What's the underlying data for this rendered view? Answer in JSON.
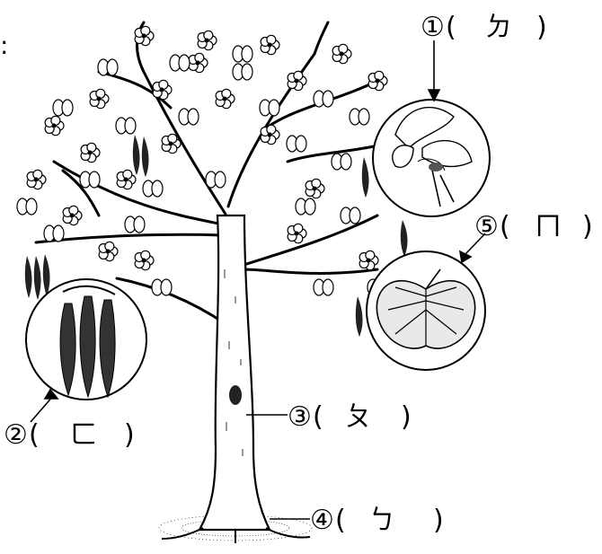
{
  "stray_colon": ":",
  "labels": {
    "flower": {
      "number": "①",
      "open": "(",
      "answer": "ㄉ",
      "close": ")"
    },
    "fruit": {
      "number": "②",
      "open": "(",
      "answer": "ㄈ",
      "close": ")"
    },
    "trunk": {
      "number": "③",
      "open": "(",
      "answer": "ㄆ",
      "close": ")"
    },
    "root": {
      "number": "④",
      "open": "(",
      "answer": "ㄅ",
      "close": ")"
    },
    "leaf": {
      "number": "⑤",
      "open": "(",
      "answer": "ㄇ",
      "close": ")"
    }
  },
  "colors": {
    "ink": "#000000",
    "paper": "#ffffff",
    "bark": "#5a5a5a"
  }
}
